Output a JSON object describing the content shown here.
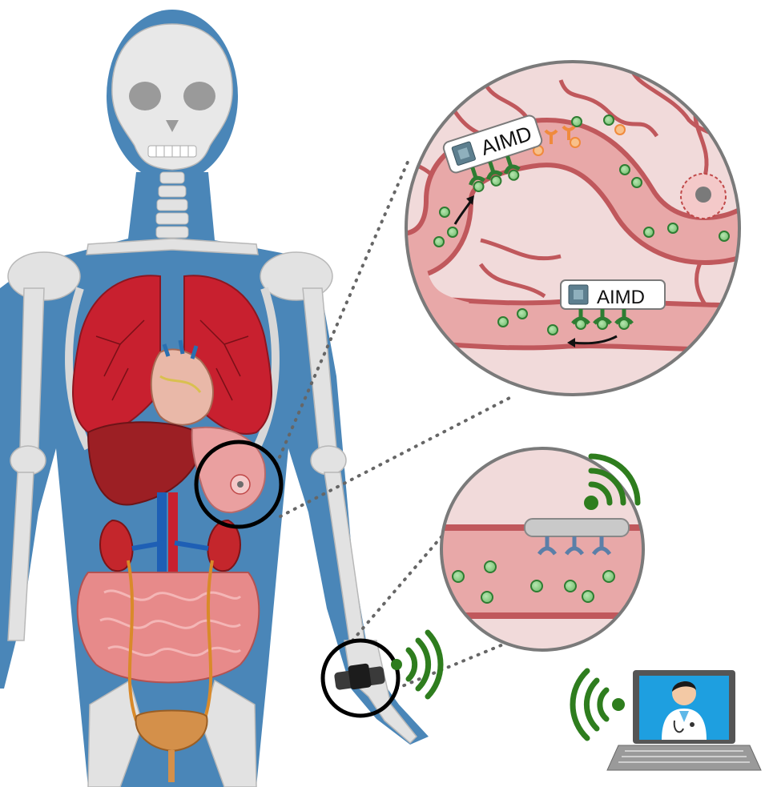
{
  "labels": {
    "device_upper": "AIMD",
    "device_lower": "AIMD"
  },
  "colors": {
    "body_silhouette": "#4a86b8",
    "bone": "#e6e6e6",
    "lung": "#c8202f",
    "liver": "#9c1f24",
    "vessel_wall": "#c0585c",
    "vessel_lumen": "#e8a8a8",
    "tissue_bg": "#f1dada",
    "biomarker": "#8fd08a",
    "receptor_green": "#2e7d32",
    "receptor_orange": "#f08a3c",
    "receptor_blue": "#5b7fa8",
    "wireless": "#2e7d1e",
    "dotted_link": "#666666"
  },
  "icons": [
    "human-anatomy-figure",
    "tumor-icon",
    "chip-icon",
    "wireless-signal-icon",
    "wristband-icon",
    "laptop-icon",
    "doctor-avatar-icon",
    "arrow-icon"
  ]
}
